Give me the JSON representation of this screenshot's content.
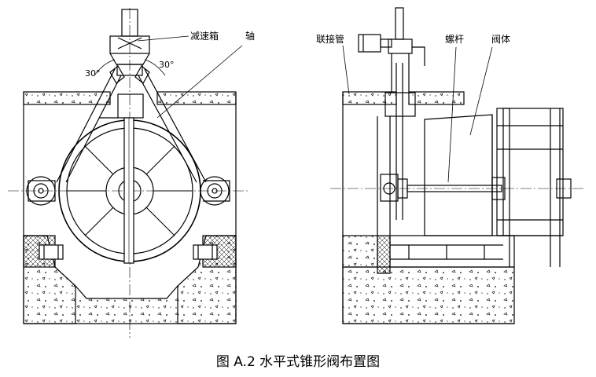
{
  "caption": "图 A.2 水平式锥形阀布置图",
  "left_view": {
    "labels": {
      "reducer": "减速箱",
      "shaft": "轴"
    },
    "angles": {
      "left": "30°",
      "right": "30°"
    }
  },
  "right_view": {
    "labels": {
      "connector": "联接管",
      "screw": "螺杆",
      "valve_body": "阀体"
    }
  }
}
